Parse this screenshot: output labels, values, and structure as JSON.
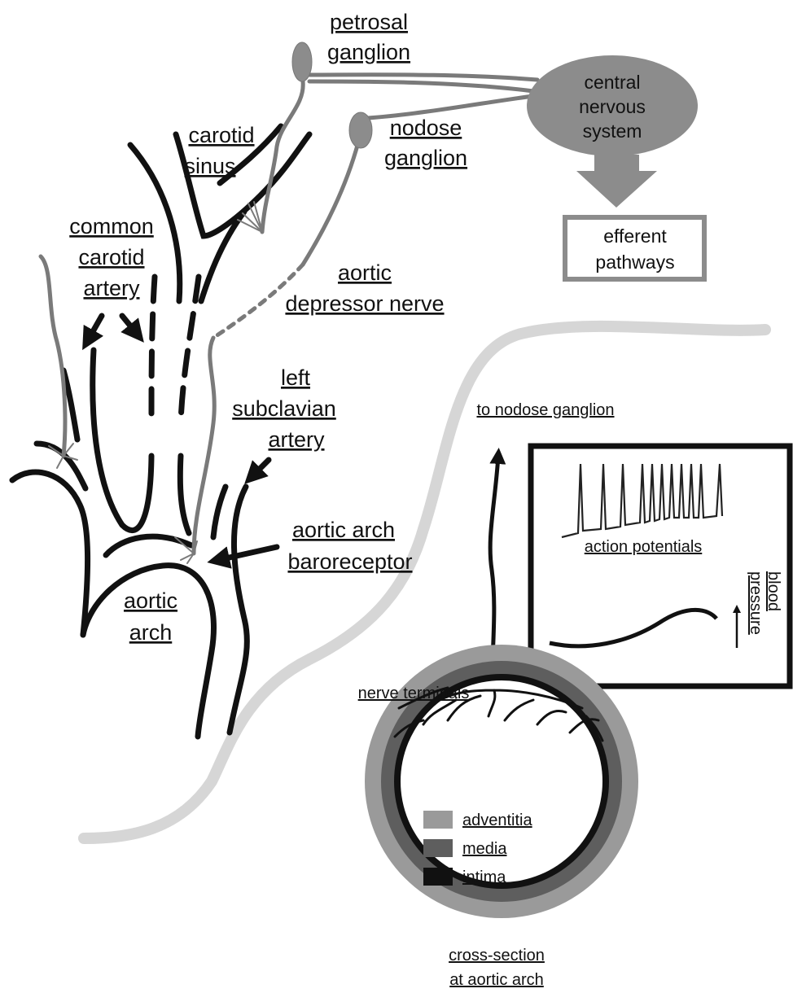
{
  "labels": {
    "petrosal_ganglion": [
      "petrosal",
      "ganglion"
    ],
    "carotid_sinus": [
      "carotid",
      "sinus"
    ],
    "nodose_ganglion": [
      "nodose",
      "ganglion"
    ],
    "central_nervous_system": [
      "central",
      "nervous",
      "system"
    ],
    "efferent_pathways": [
      "efferent",
      "pathways"
    ],
    "common_carotid_artery": [
      "common",
      "carotid",
      "artery"
    ],
    "aortic_depressor_nerve": [
      "aortic",
      "depressor nerve"
    ],
    "left_subclavian_artery": [
      "left",
      "subclavian",
      "artery"
    ],
    "aortic_arch_baroreceptor": [
      "aortic arch",
      "baroreceptor"
    ],
    "aortic_arch": [
      "aortic",
      "arch"
    ],
    "to_nodose_ganglion": "to nodose ganglion",
    "action_potentials": "action potentials",
    "blood_pressure": [
      "blood",
      "pressure"
    ],
    "nerve_terminals": "nerve terminals",
    "cross_section": [
      "cross-section",
      "at aortic arch"
    ]
  },
  "legend": [
    {
      "label": "adventitia",
      "color": "#9a9a9a"
    },
    {
      "label": "media",
      "color": "#5e5e5e"
    },
    {
      "label": "intima",
      "color": "#111111"
    }
  ],
  "colors": {
    "vessel": "#111111",
    "nerve": "#7a7a7a",
    "ganglion": "#8c8c8c",
    "divider": "#d6d6d6"
  }
}
